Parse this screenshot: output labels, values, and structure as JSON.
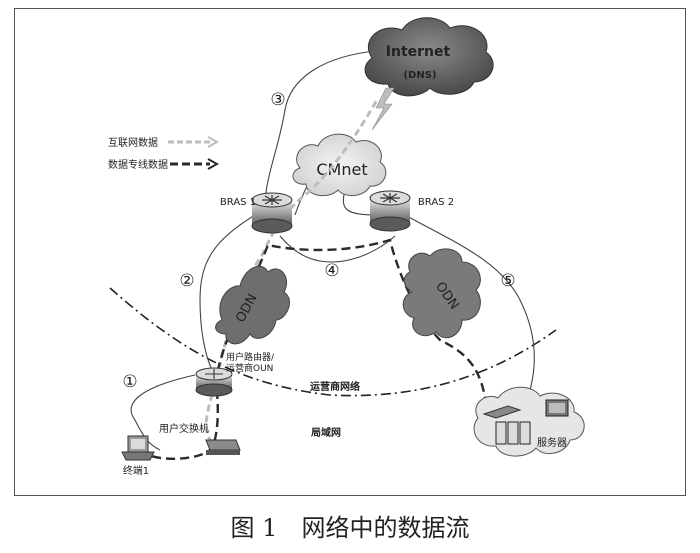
{
  "nodes": {
    "internet": "Internet",
    "dns": "(DNS)",
    "cmnet": "CMnet",
    "bras1": "BRAS 1",
    "bras2": "BRAS 2",
    "odn_left": "ODN",
    "odn_right": "ODN",
    "user_router_line1": "用户路由器/",
    "user_router_line2": "运营商OUN",
    "user_switch": "用户交换机",
    "terminal": "终端1",
    "server": "服务器"
  },
  "legend": {
    "internet_data": "互联网数据",
    "private_line_data": "数据专线数据"
  },
  "regions": {
    "carrier_network": "运营商网络",
    "lan": "局域网"
  },
  "steps": [
    "①",
    "②",
    "③",
    "④",
    "⑤"
  ],
  "caption": "图 1　网络中的数据流",
  "colors": {
    "internet_data": "#bdbdbd",
    "private_line_data": "#2a2a2a",
    "cloud_dark": "#6a6a6a",
    "odn": "#7a7a7a"
  }
}
